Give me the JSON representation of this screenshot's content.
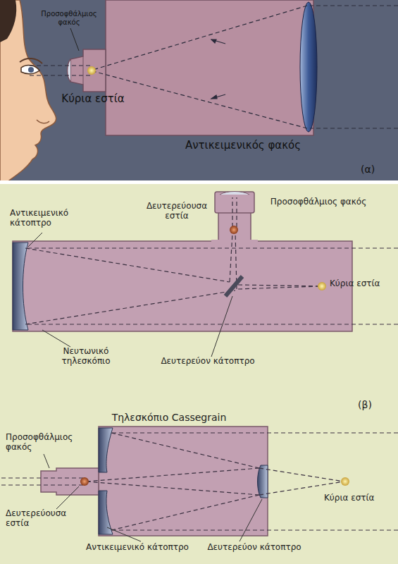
{
  "diagram": {
    "labels": [
      "Προσοφθάλμιος φακός",
      "Κύρια εστία",
      "Αντικειμενικός φακός",
      "(α)",
      "Αντικειμενικό κάτοπτρο",
      "Δευτερεύουσα εστία",
      "Προσοφθάλμιος φακός",
      "Κύρια εστία",
      "Νευτωνικό τηλεσκόπιο",
      "Δευτερεύον κάτοπτρο",
      "(β)",
      "Τηλεσκόπιο Cassegrain",
      "Προσοφθάλμιος φακός",
      "Δευτερεύουσα εστία",
      "Κύρια εστία",
      "Αντικειμενικό κάτοπτρο",
      "Δευτερεύον κάτοπτρο"
    ]
  }
}
